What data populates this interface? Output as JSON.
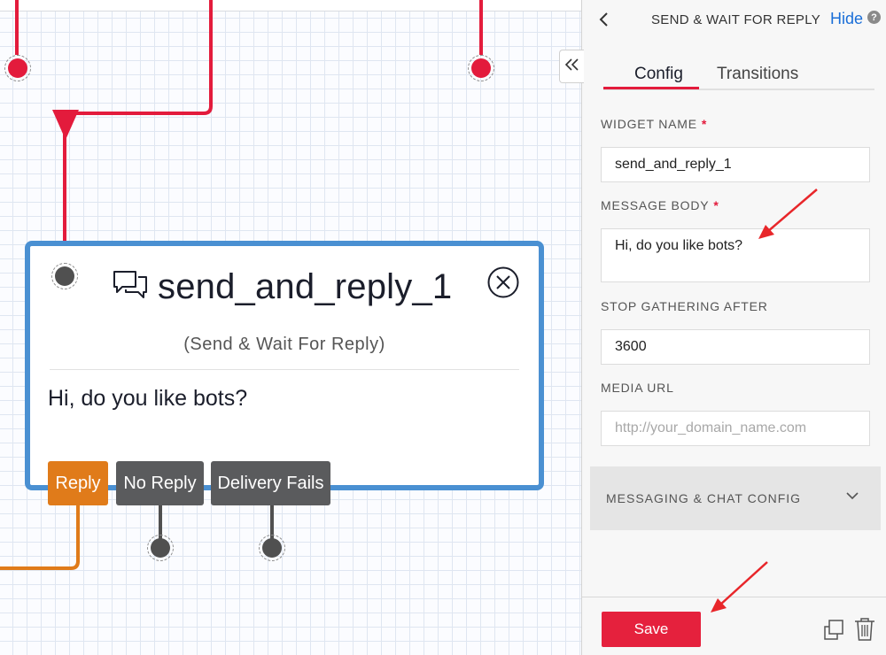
{
  "canvas": {
    "widget": {
      "title": "send_and_reply_1",
      "subtitle": "(Send & Wait For Reply)",
      "message": "Hi, do you like bots?",
      "icon": "chat-bubbles-icon",
      "transitions": [
        {
          "label": "Reply",
          "color": "#e07b1a"
        },
        {
          "label": "No Reply",
          "color": "#5a5b5d"
        },
        {
          "label": "Delivery Fails",
          "color": "#5a5b5d"
        }
      ]
    },
    "colors": {
      "wire_red": "#e31b3c",
      "wire_orange": "#e07b1a",
      "card_border": "#4a90d2"
    }
  },
  "panel": {
    "title": "SEND & WAIT FOR REPLY",
    "hide_label": "Hide",
    "help_icon": "?",
    "tabs": [
      {
        "label": "Config",
        "active": true
      },
      {
        "label": "Transitions",
        "active": false
      }
    ],
    "fields": {
      "widget_name": {
        "label": "WIDGET NAME",
        "required": "*",
        "value": "send_and_reply_1"
      },
      "message_body": {
        "label": "MESSAGE BODY",
        "required": "*",
        "value": "Hi, do you like bots?"
      },
      "stop_gathering": {
        "label": "STOP GATHERING AFTER",
        "value": "3600"
      },
      "media_url": {
        "label": "MEDIA URL",
        "placeholder": "http://your_domain_name.com",
        "value": ""
      }
    },
    "sections": {
      "messaging": "MESSAGING & CHAT CONFIG"
    },
    "footer": {
      "save_label": "Save"
    }
  },
  "annotation_color": "#e8262a"
}
